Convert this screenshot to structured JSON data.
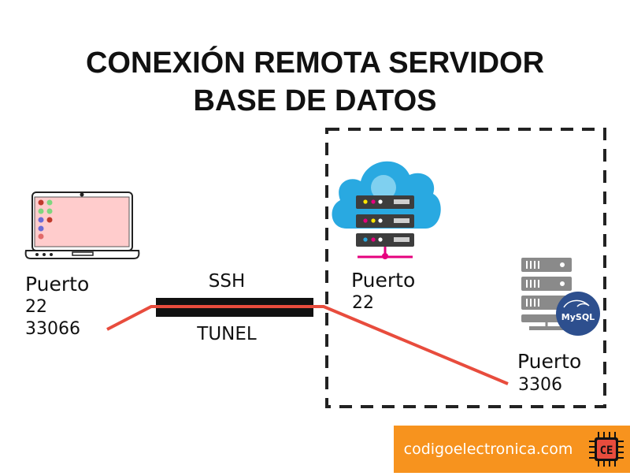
{
  "title": {
    "line1": "CONEXIÓN REMOTA SERVIDOR",
    "line2": "BASE DE DATOS"
  },
  "tunnel": {
    "top_label": "SSH",
    "bottom_label": "TUNEL"
  },
  "client": {
    "port_label": "Puerto",
    "ports": [
      "22",
      "33066"
    ]
  },
  "remote_server": {
    "port_label": "Puerto",
    "port": "22"
  },
  "database_server": {
    "port_label": "Puerto",
    "port": "3306",
    "badge": "MySQL"
  },
  "brand": {
    "site": "codigoelectronica.com",
    "logo_text": "CE"
  },
  "colors": {
    "link_line": "#e84c3d",
    "tunnel": "#111111",
    "cloud": "#29a9e1",
    "server_dark": "#3d3d3d",
    "server_grey": "#8a8a8a",
    "mysql_blue": "#2d4f8e",
    "brand_orange": "#f7931e",
    "laptop_screen": "#ffcccc"
  },
  "icons": [
    "laptop-icon",
    "cloud-server-icon",
    "database-server-icon",
    "mysql-logo-icon",
    "chip-logo-icon"
  ]
}
